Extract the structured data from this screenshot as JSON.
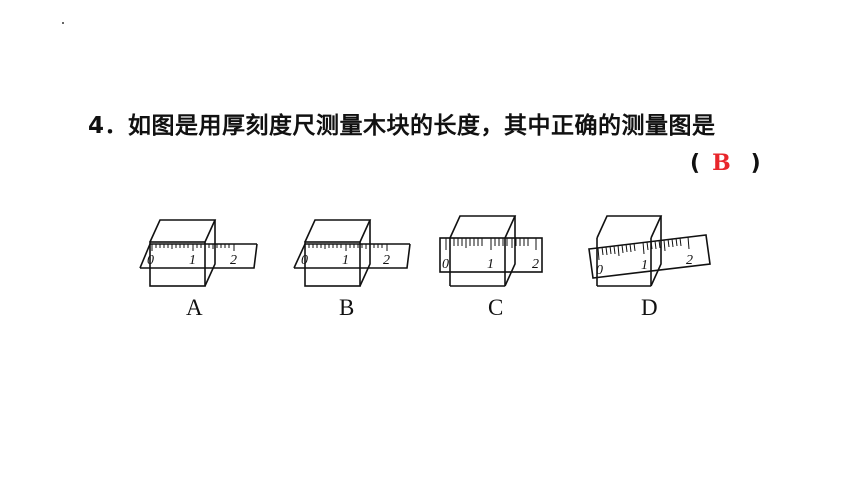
{
  "question": {
    "number": "4",
    "text": "4．如图是用厚刻度尺测量木块的长度，其中正确的测量图是"
  },
  "answer": {
    "open": "(",
    "value": "B",
    "close": ")",
    "color": "#e8262b"
  },
  "figures": [
    {
      "label": "A",
      "ticks": [
        "0",
        "1",
        "2"
      ]
    },
    {
      "label": "B",
      "ticks": [
        "0",
        "1",
        "2"
      ]
    },
    {
      "label": "C",
      "ticks": [
        "0",
        "1",
        "2"
      ]
    },
    {
      "label": "D",
      "ticks": [
        "0",
        "1",
        "2"
      ]
    }
  ]
}
